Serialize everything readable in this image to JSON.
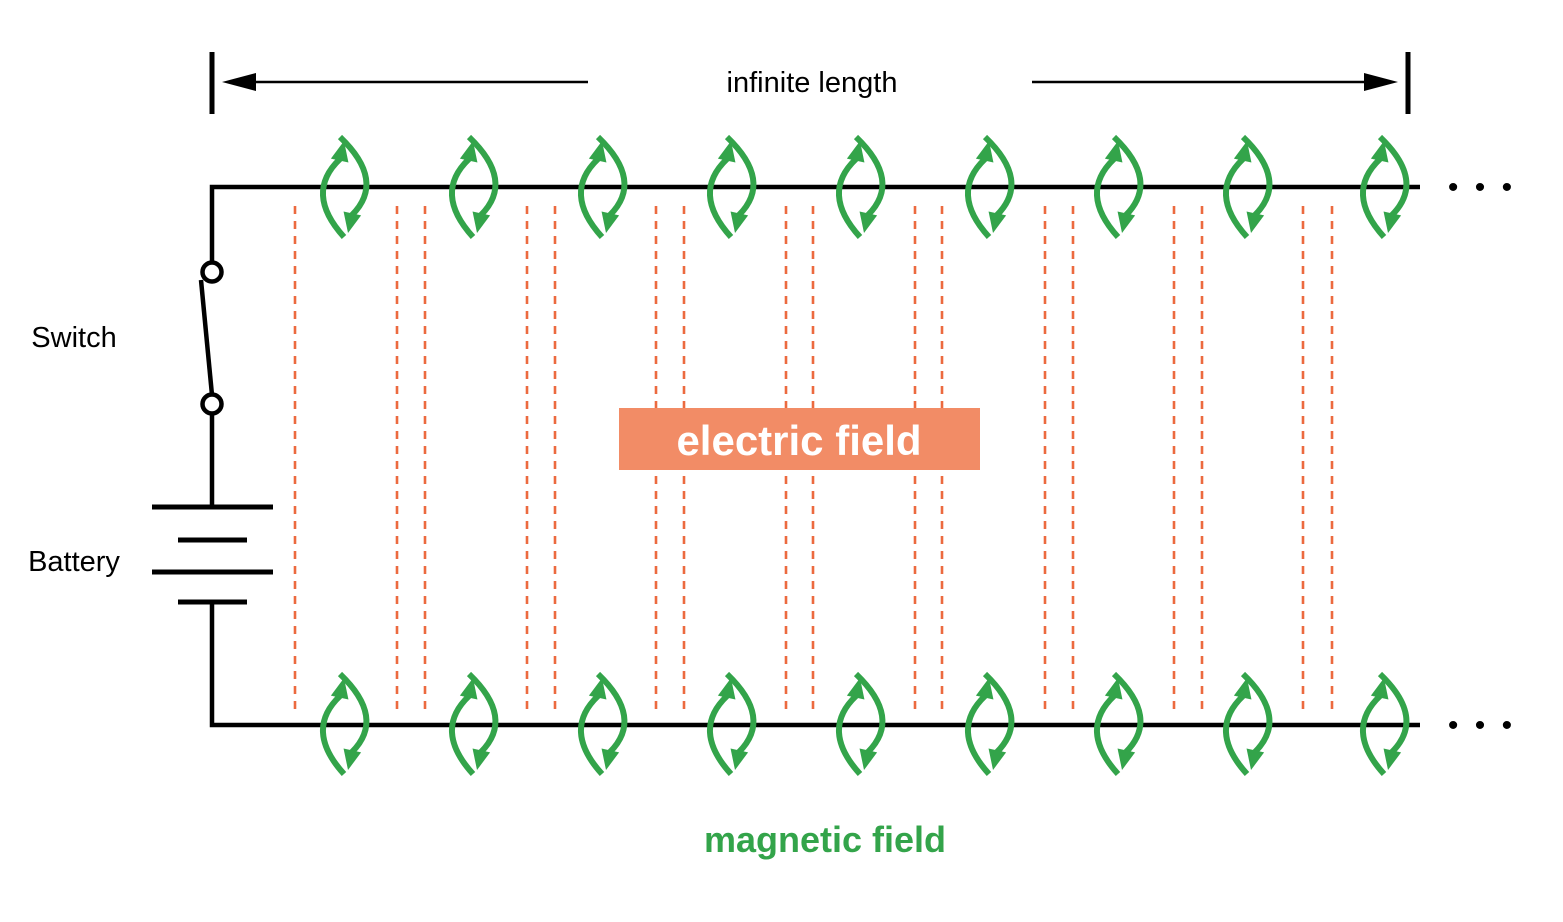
{
  "labels": {
    "dimension": "infinite length",
    "switch": "Switch",
    "battery": "Battery",
    "electric_field": "electric field",
    "magnetic_field": "magnetic field",
    "continuation_top": "• • •",
    "continuation_bottom": "• • •"
  },
  "colors": {
    "electric_field": "#ec6a3f",
    "electric_field_box": "#f28c66",
    "magnetic_field": "#33a44a",
    "wire": "#000000"
  }
}
